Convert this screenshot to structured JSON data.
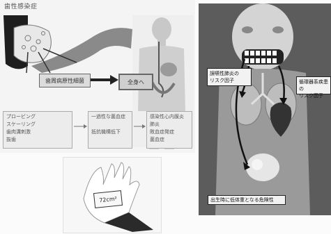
{
  "left_panel": {
    "title": "歯性感染症",
    "bacteria_box": "歯周病原性細菌",
    "target_box": "全身へ",
    "steps": [
      {
        "lines": [
          "プロービング",
          "スケーリング",
          "歯肉溝刺激",
          "抜歯"
        ]
      },
      {
        "lines": [
          "一過性な菌血症",
          "",
          "抵抗機構低下"
        ]
      },
      {
        "lines": [
          "感染性心内膜炎",
          "肺炎",
          "敗血症発症",
          "菌血症"
        ]
      }
    ]
  },
  "right_panel": {
    "label_pneumonia": [
      "誤嚥性肺炎の",
      "リスク因子"
    ],
    "label_circulatory": [
      "循環器系疾患の",
      "リスク因子"
    ],
    "label_birth": "出生時に低体重となる危険性"
  },
  "photo": {
    "area_label": "72cm²"
  },
  "colors": {
    "right_bg": "#5c5c5c",
    "arrow": "#222222"
  }
}
